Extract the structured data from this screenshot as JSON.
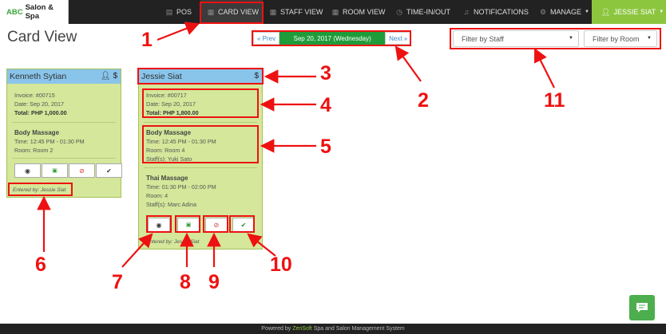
{
  "brand": {
    "abc": "ABC",
    "rest": "Salon & Spa"
  },
  "nav": {
    "pos": "POS",
    "card_view": "CARD VIEW",
    "staff_view": "STAFF VIEW",
    "room_view": "ROOM VIEW",
    "time_in_out": "TIME-IN/OUT",
    "notifications": "NOTIFICATIONS",
    "manage": "MANAGE",
    "user": "JESSIE SIAT"
  },
  "page": {
    "title": "Card View"
  },
  "date_nav": {
    "prev": "« Prev",
    "date": "Sep 20, 2017 (Wednesday)",
    "next": "Next »"
  },
  "filters": {
    "staff": "Filter by Staff",
    "room": "Filter by Room"
  },
  "cards": [
    {
      "name": "Kenneth Sytian",
      "invoice": "Invoice: #00715",
      "date": "Date: Sep 20, 2017",
      "total_label": "Total:",
      "total": "PHP 1,000.00",
      "services": [
        {
          "name": "Body Massage",
          "time": "Time: 12:45 PM - 01:30 PM",
          "room": "Room: Room 2"
        }
      ],
      "entered_by": "Entered by: Jessie Siat"
    },
    {
      "name": "Jessie Siat",
      "invoice": "Invoice: #00717",
      "date": "Date: Sep 20, 2017",
      "total_label": "Total:",
      "total": "PHP 1,800.00",
      "services": [
        {
          "name": "Body Massage",
          "time": "Time: 12:45 PM - 01:30 PM",
          "room": "Room: Room 4",
          "staff": "Staff(s): Yuki Sato"
        },
        {
          "name": "Thai Massage",
          "time": "Time: 01:30 PM - 02:00 PM",
          "room": "Room: 4",
          "staff": "Staff(s): Marc Adina"
        }
      ],
      "entered_by": "Entered by: Jessie Siat"
    }
  ],
  "annotations": [
    "1",
    "2",
    "3",
    "4",
    "5",
    "6",
    "7",
    "8",
    "9",
    "10",
    "11"
  ],
  "footer": {
    "pre": "Powered by",
    "link": "ZenSoft",
    "post": "Spa and Salon Management System"
  },
  "colors": {
    "accent_green": "#8cc63f",
    "date_green": "#1f9c3a",
    "card_bg": "#d4e79a",
    "card_header": "#89c4ea",
    "annotation_red": "#ee1111"
  },
  "icons": [
    "user-x-icon",
    "dollar-icon",
    "eye-icon",
    "cash-icon",
    "ban-icon",
    "check-icon",
    "chat-icon",
    "calendar-icon",
    "clock-icon",
    "bell-icon",
    "gear-icon",
    "user-icon"
  ]
}
